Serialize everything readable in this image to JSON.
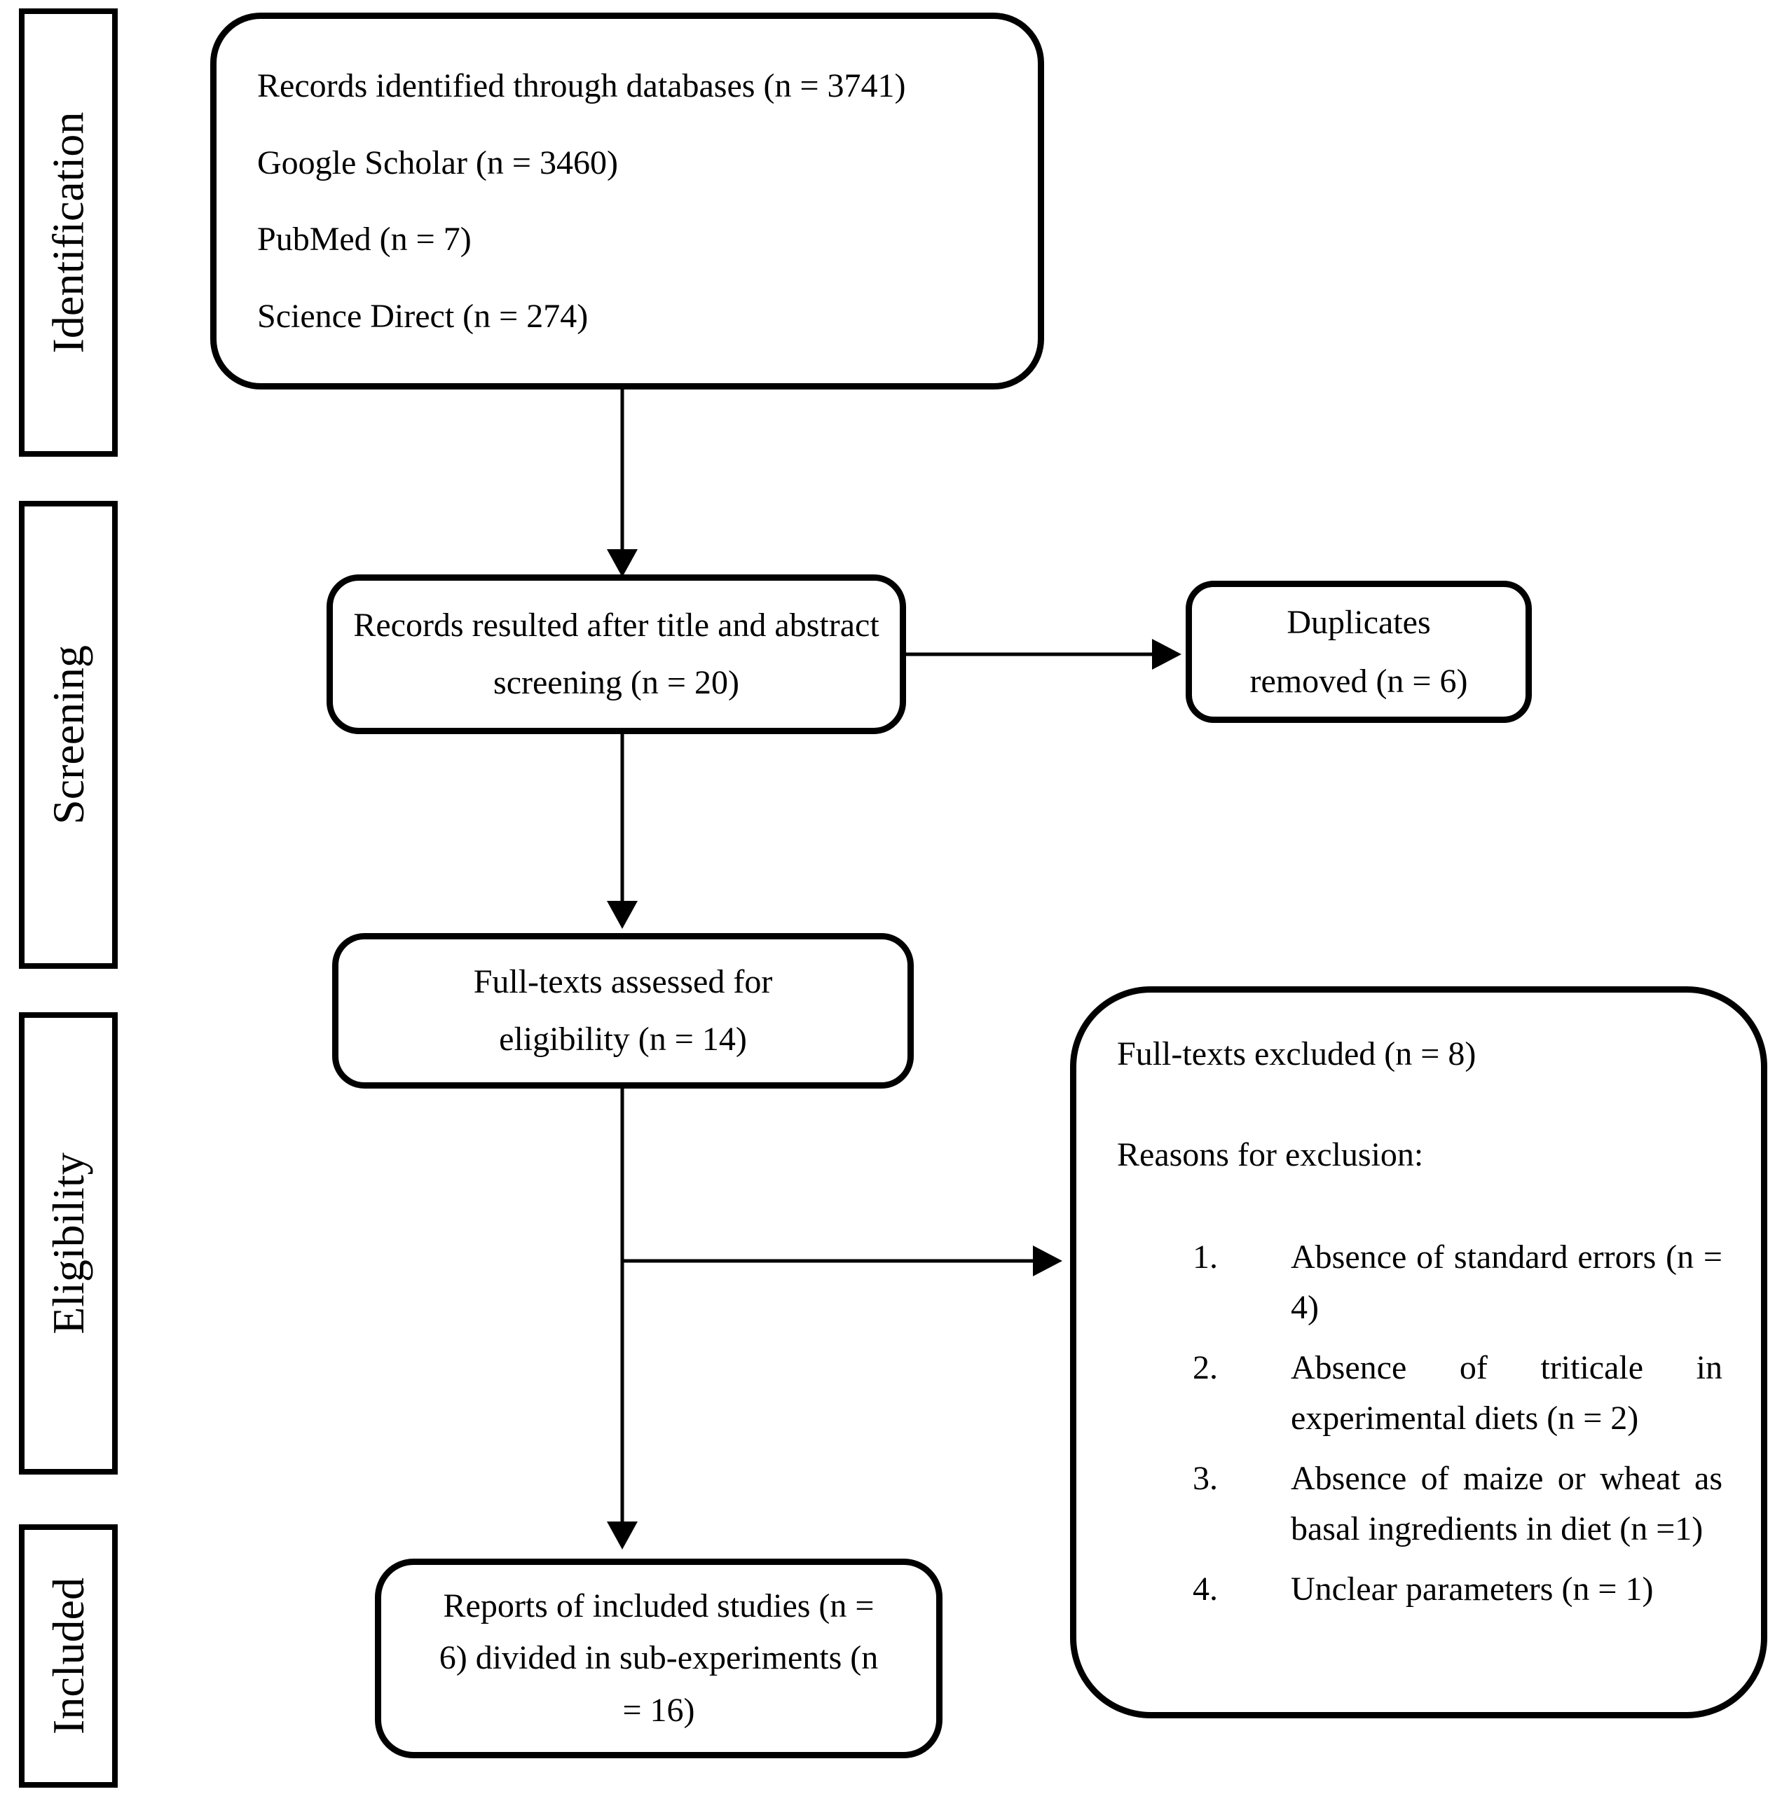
{
  "diagram": {
    "stages": [
      {
        "label": "Identification"
      },
      {
        "label": "Screening"
      },
      {
        "label": "Eligibility"
      },
      {
        "label": "Included"
      }
    ],
    "records": {
      "lines": [
        "Records identified through databases (n = 3741)",
        "Google Scholar (n = 3460)",
        "PubMed (n = 7)",
        "Science Direct (n = 274)"
      ]
    },
    "title_abstract": {
      "text": "Records resulted after title and abstract screening (n = 20)"
    },
    "duplicates": {
      "text": "Duplicates removed (n = 6)"
    },
    "fulltext": {
      "text": "Full-texts assessed for eligibility (n = 14)"
    },
    "excluded": {
      "title": "Full-texts excluded (n = 8)",
      "subtitle": "Reasons for exclusion:",
      "reasons": [
        {
          "num": "1.",
          "text": "Absence of standard errors (n = 4)"
        },
        {
          "num": "2.",
          "text": "Absence of triticale in experimental diets (n = 2)"
        },
        {
          "num": "3.",
          "text": "Absence of maize or wheat as basal ingredients in diet (n =1)"
        },
        {
          "num": "4.",
          "text": "Unclear parameters (n = 1)"
        }
      ]
    },
    "included_reports": {
      "text": "Reports of included studies (n = 6) divided in sub-experiments (n = 16)"
    },
    "colors": {
      "line": "#000000",
      "background": "#ffffff"
    }
  }
}
